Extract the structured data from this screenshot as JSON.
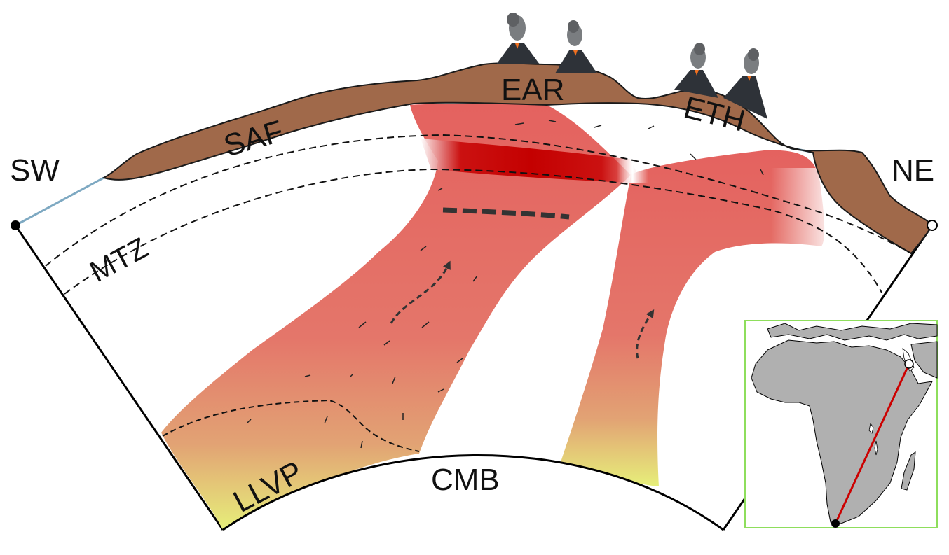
{
  "labels": {
    "sw": "SW",
    "ne": "NE",
    "saf": "SAF",
    "ear": "EAR",
    "eth": "ETH",
    "mtz": "MTZ",
    "llvp": "LLVP",
    "cmb": "CMB"
  },
  "colors": {
    "crust": "#a0694a",
    "plume_top": "#e0675e",
    "plume_bottom": "#e8ee78",
    "hot_zone": "#c40000",
    "ocean_line": "#7ea9c2",
    "map_border": "#8ede5c",
    "map_land": "#b0b0b0",
    "profile_line": "#cc0000",
    "volcano": "#2e3238"
  },
  "icons": [
    "volcano-icon",
    "arrow-up-icon",
    "endpoint-marker-icon"
  ]
}
